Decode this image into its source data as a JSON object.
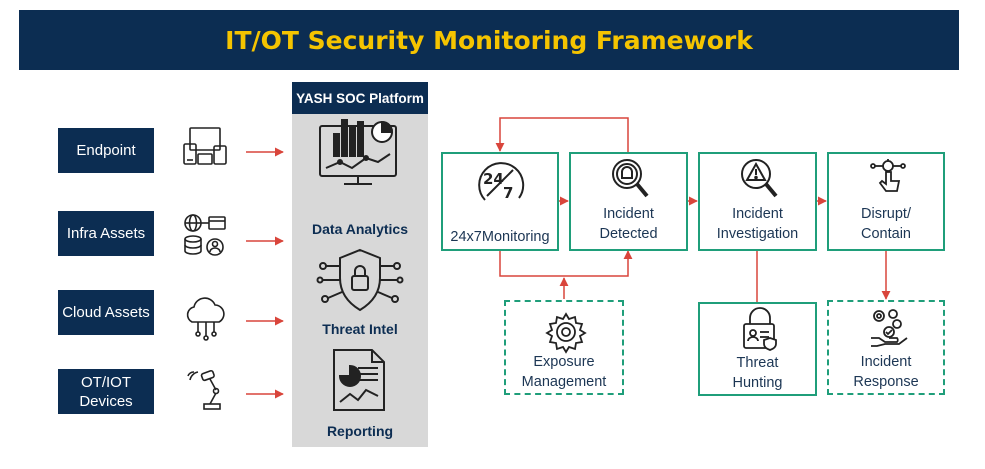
{
  "title": "IT/OT Security Monitoring Framework",
  "sources": [
    {
      "label": "Endpoint",
      "icon": "devices-icon"
    },
    {
      "label": "Infra Assets",
      "icon": "database-network-icon"
    },
    {
      "label": "Cloud Assets",
      "icon": "cloud-network-icon"
    },
    {
      "label_line1": "OT/IOT",
      "label_line2": "Devices",
      "icon": "robot-arm-icon"
    }
  ],
  "platform": {
    "header": "YASH SOC Platform",
    "items": [
      {
        "label": "Data Analytics",
        "icon": "analytics-dashboard-icon"
      },
      {
        "label": "Threat Intel",
        "icon": "shield-lock-circuit-icon"
      },
      {
        "label": "Reporting",
        "icon": "report-document-icon"
      }
    ]
  },
  "process": {
    "monitoring": {
      "badge_top": "24",
      "badge_bottom": "7",
      "label": "24x7Monitoring"
    },
    "detected": {
      "line1": "Incident",
      "line2": "Detected"
    },
    "investigation": {
      "line1": "Incident",
      "line2": "Investigation"
    },
    "disrupt": {
      "line1": "Disrupt/",
      "line2": "Contain"
    },
    "exposure": {
      "line1": "Exposure",
      "line2": "Management"
    },
    "hunting": {
      "line1": "Threat",
      "line2": "Hunting"
    },
    "response": {
      "line1": "Incident",
      "line2": "Response"
    }
  },
  "colors": {
    "navy": "#0c2d52",
    "gold": "#f5c400",
    "green": "#1f9e7a",
    "arrow": "#d9453b",
    "panel": "#d8d8d8"
  }
}
